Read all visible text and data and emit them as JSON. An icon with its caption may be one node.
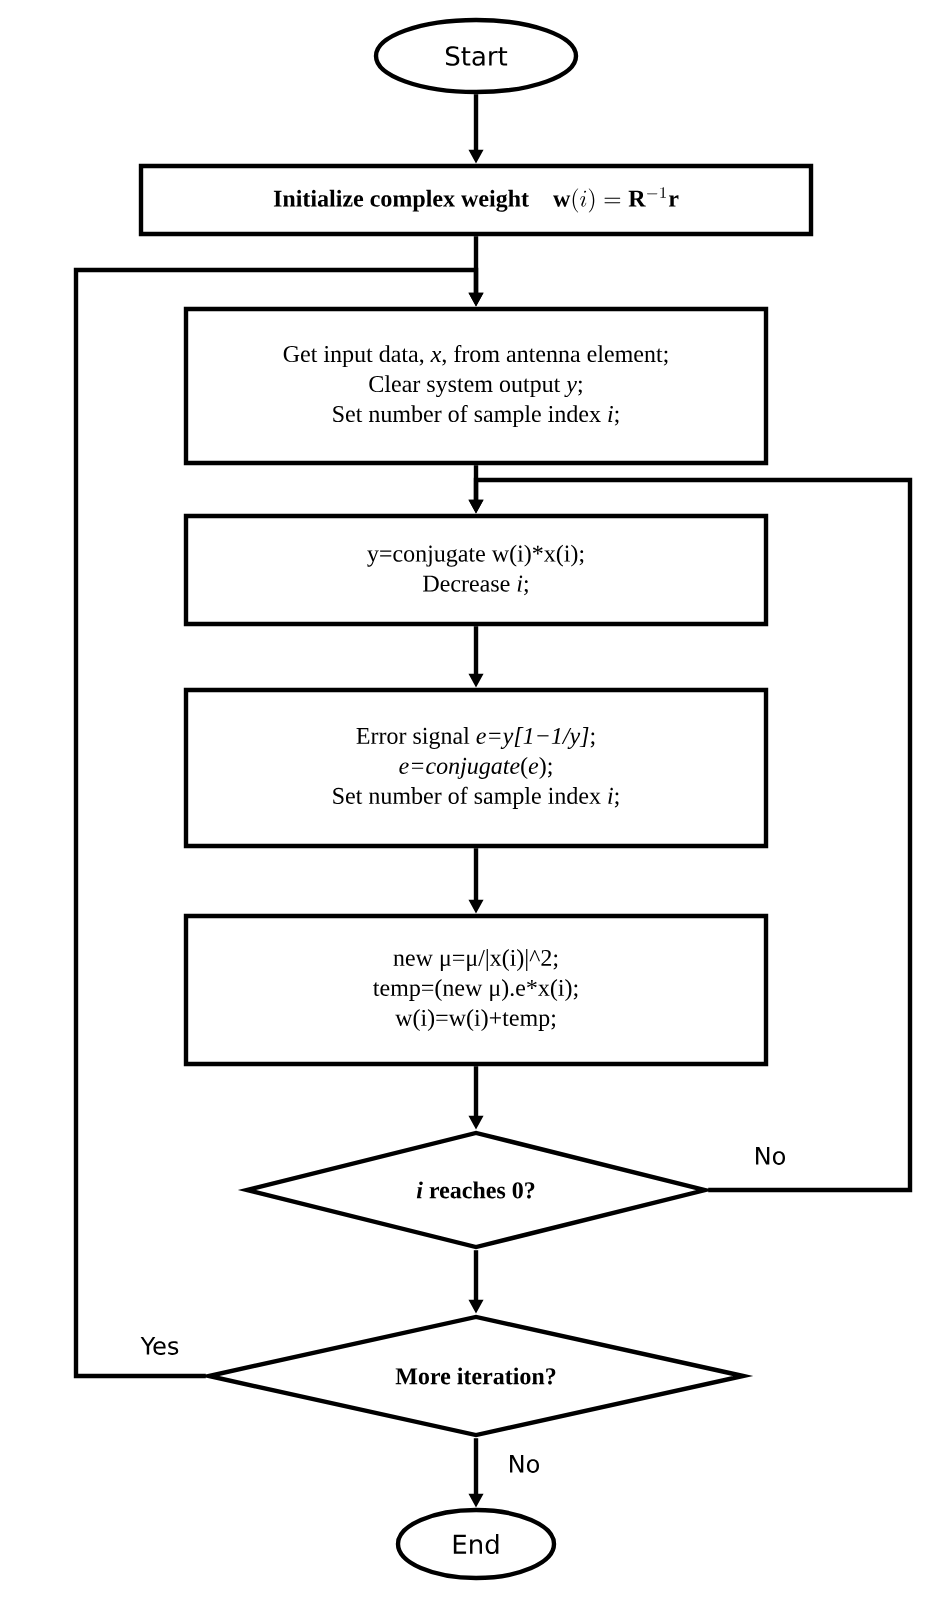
{
  "diagram": {
    "nodes": [
      {
        "text": [
          "Start"
        ]
      },
      {
        "text": [
          "Initialize complex weight",
          "\\mathbf{w}(i) = \\mathbf{R}^{-1}\\mathbf{r}"
        ]
      },
      {
        "text": [
          "Get input data, *x*, from antenna element;",
          "Clear system output *y*;",
          "Set number of sample index *i*;"
        ]
      },
      {
        "text": [
          "y=conjugate w(i)*x(i);",
          "Decrease *i*;"
        ]
      },
      {
        "text": [
          "Error signal *e=y[1−1/y]*;",
          "*e=conjugate*(*e*);",
          "Set number of sample index *i*;"
        ]
      },
      {
        "text": [
          "new μ=μ/|x(i)|^2;",
          "temp=(new μ).e*x(i);",
          "w(i)=w(i)+temp;"
        ]
      },
      {
        "text": [
          "*i* reaches 0?"
        ]
      },
      {
        "text": [
          "More iteration?"
        ]
      },
      {
        "text": [
          "End"
        ]
      }
    ],
    "edges": [
      {
        "from": 0,
        "to": 1,
        "arrow": "to"
      },
      {
        "from": 1,
        "to": 2,
        "arrow": "to"
      },
      {
        "from": 2,
        "to": 3,
        "arrow": "to"
      },
      {
        "from": 3,
        "to": 4,
        "arrow": "to"
      },
      {
        "from": 4,
        "to": 5,
        "arrow": "to"
      },
      {
        "from": 5,
        "to": 6,
        "arrow": "to"
      },
      {
        "from": 6,
        "to": 3,
        "arrow": "to",
        "label": "No"
      },
      {
        "from": 6,
        "to": 7,
        "arrow": "to"
      },
      {
        "from": 7,
        "to": 2,
        "arrow": "to",
        "label": "Yes"
      },
      {
        "from": 7,
        "to": 8,
        "arrow": "to",
        "label": "No"
      }
    ]
  }
}
